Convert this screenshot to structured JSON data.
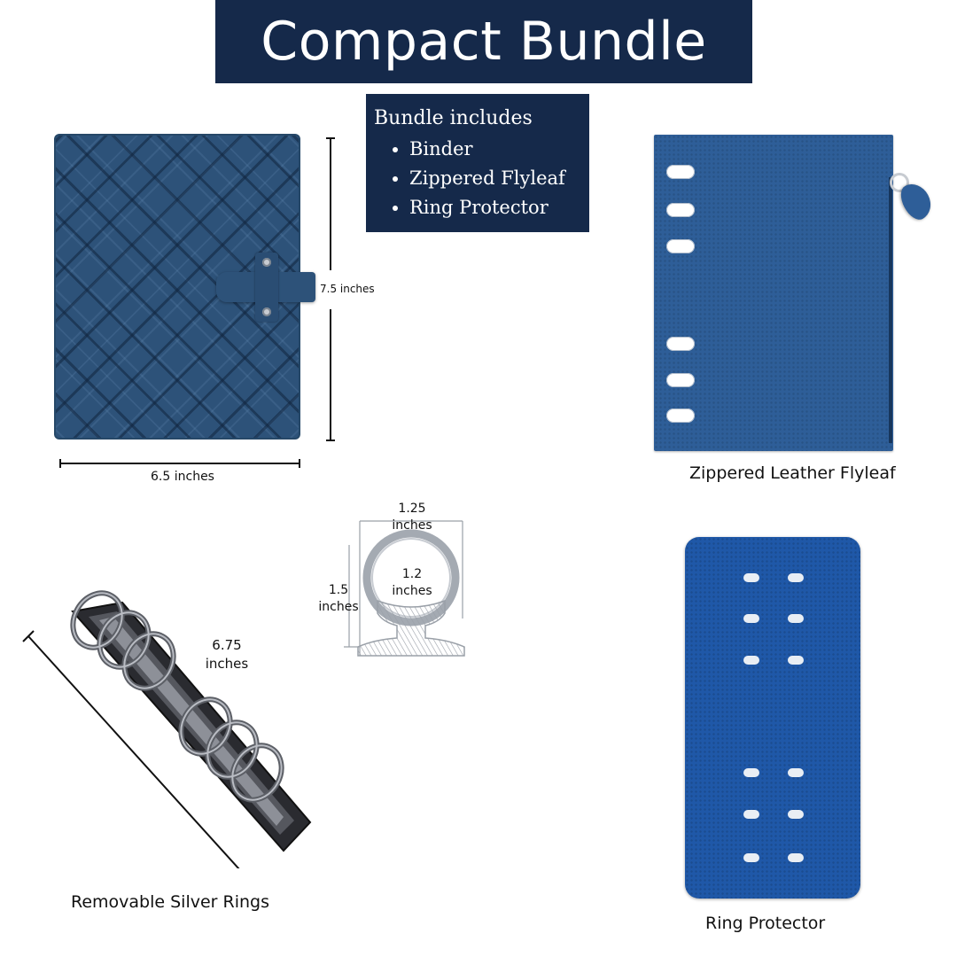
{
  "title": "Compact Bundle",
  "bundle": {
    "heading": "Bundle includes",
    "items": [
      "Binder",
      "Zippered Flyleaf",
      "Ring Protector"
    ]
  },
  "binder": {
    "height_label": "7.5 inches",
    "width_label": "6.5 inches",
    "color": "#2d5279"
  },
  "flyleaf": {
    "caption": "Zippered Leather Flyleaf",
    "color": "#2e5e98"
  },
  "ring_mechanism": {
    "outer_width_label": "1.25 inches",
    "inner_label": "1.2 inches",
    "height_label": "1.5 inches"
  },
  "rings": {
    "length_label": "6.75 inches",
    "caption": "Removable Silver Rings"
  },
  "protector": {
    "caption": "Ring Protector",
    "color": "#1f58a8"
  }
}
